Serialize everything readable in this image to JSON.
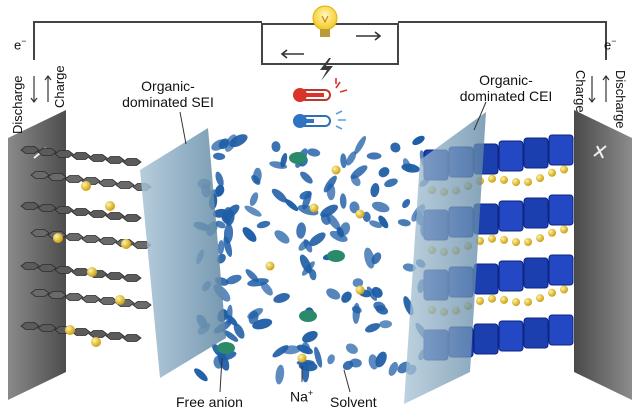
{
  "labels": {
    "electron_left": "e",
    "electron_right": "e",
    "electron_sup": "−",
    "discharge_left": "Discharge",
    "charge_left": "Charge",
    "discharge_right": "Discharge",
    "charge_right": "Charge",
    "sei_line1": "Organic-",
    "sei_line2": "dominated SEI",
    "cei_line1": "Organic-",
    "cei_line2": "dominated CEI",
    "free_anion": "Free anion",
    "na_ion": "Na",
    "na_sup": "+",
    "solvent": "Solvent"
  },
  "colors": {
    "graphite": "#5b5b5b",
    "sodium": "#e8c020",
    "solvent": "#1f5ea6",
    "anion": "#2a8a6a",
    "cathode": "#1c3fb0",
    "separator": "#7fa4bf",
    "wire": "#444444"
  },
  "icons": [
    "lightbulb-icon",
    "lightning-icon",
    "hot-thermometer-icon",
    "cold-thermometer-icon"
  ]
}
